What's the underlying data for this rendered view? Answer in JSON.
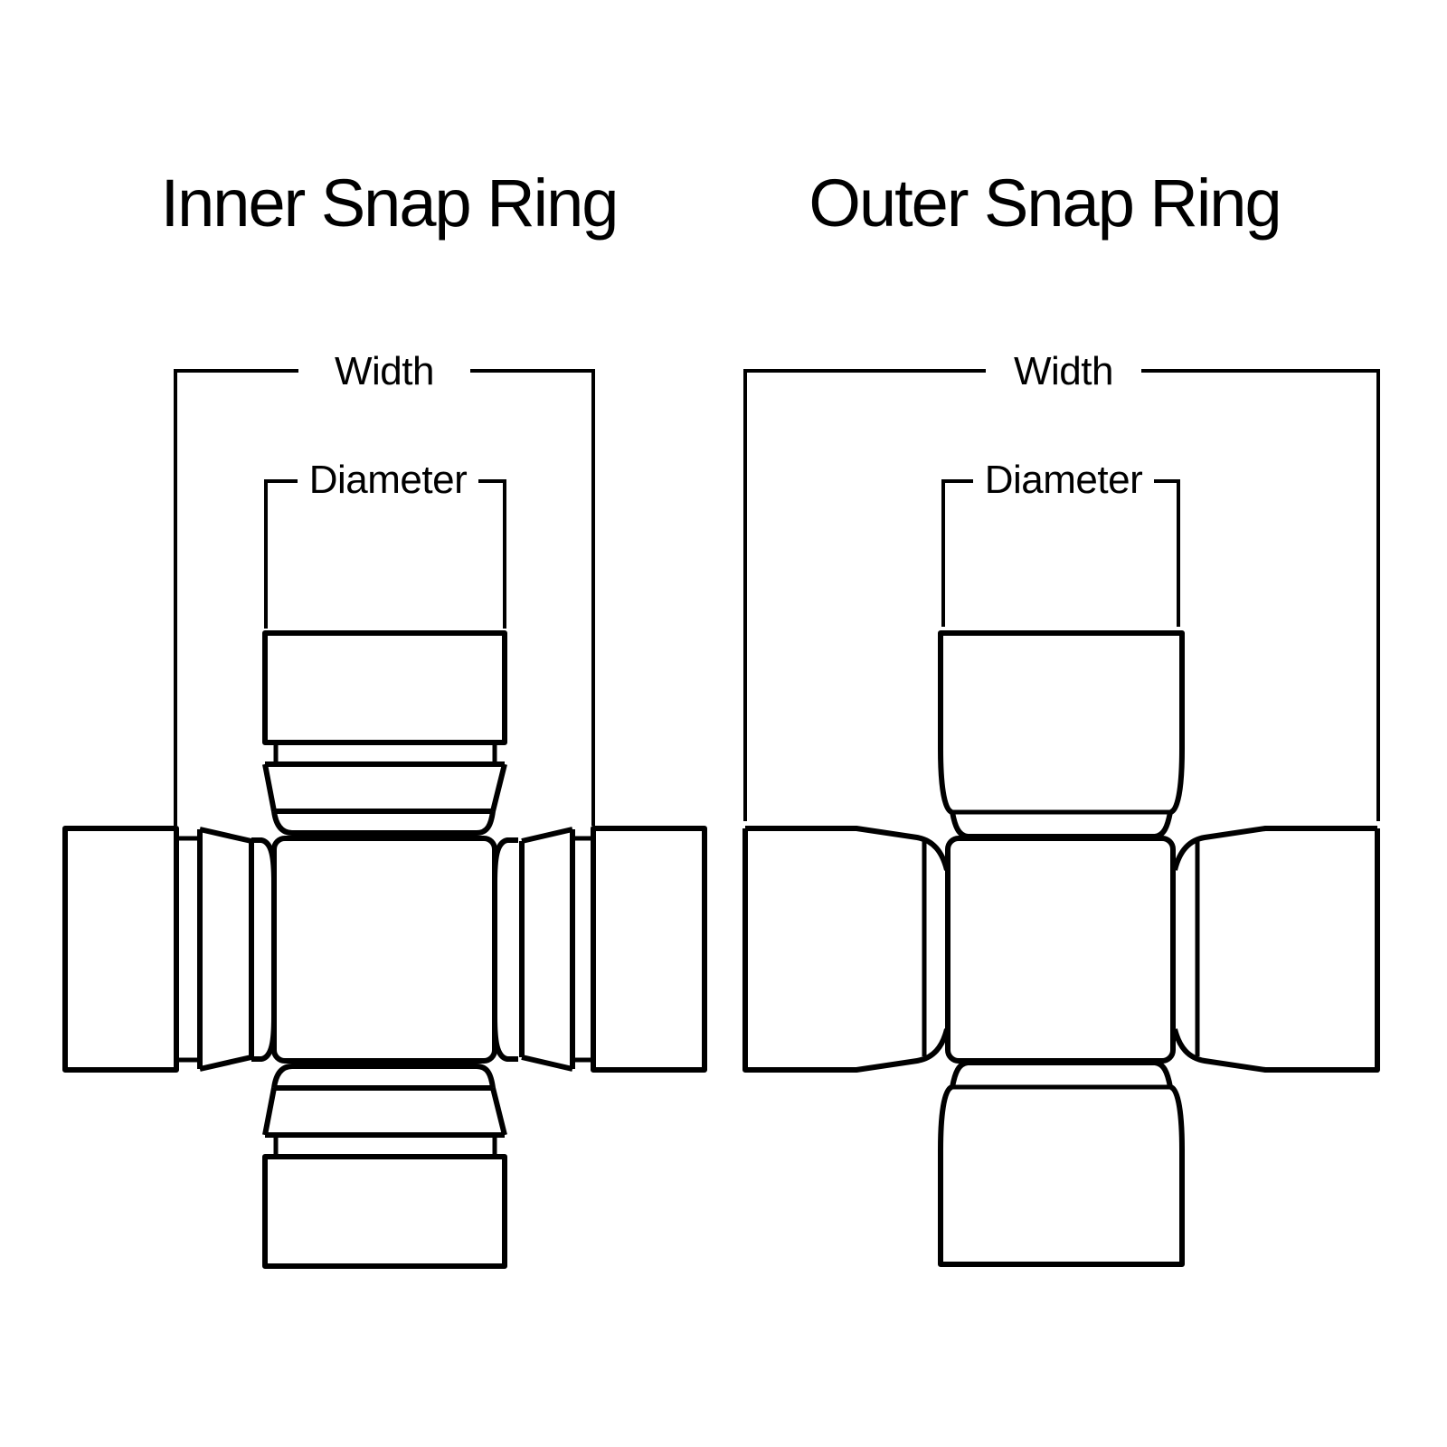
{
  "canvas": {
    "background_color": "#ffffff",
    "line_color": "#000000"
  },
  "diagrams": [
    {
      "id": "inner",
      "title": "Inner Snap Ring",
      "width_label": "Width",
      "diameter_label": "Diameter"
    },
    {
      "id": "outer",
      "title": "Outer Snap Ring",
      "width_label": "Width",
      "diameter_label": "Diameter"
    }
  ]
}
